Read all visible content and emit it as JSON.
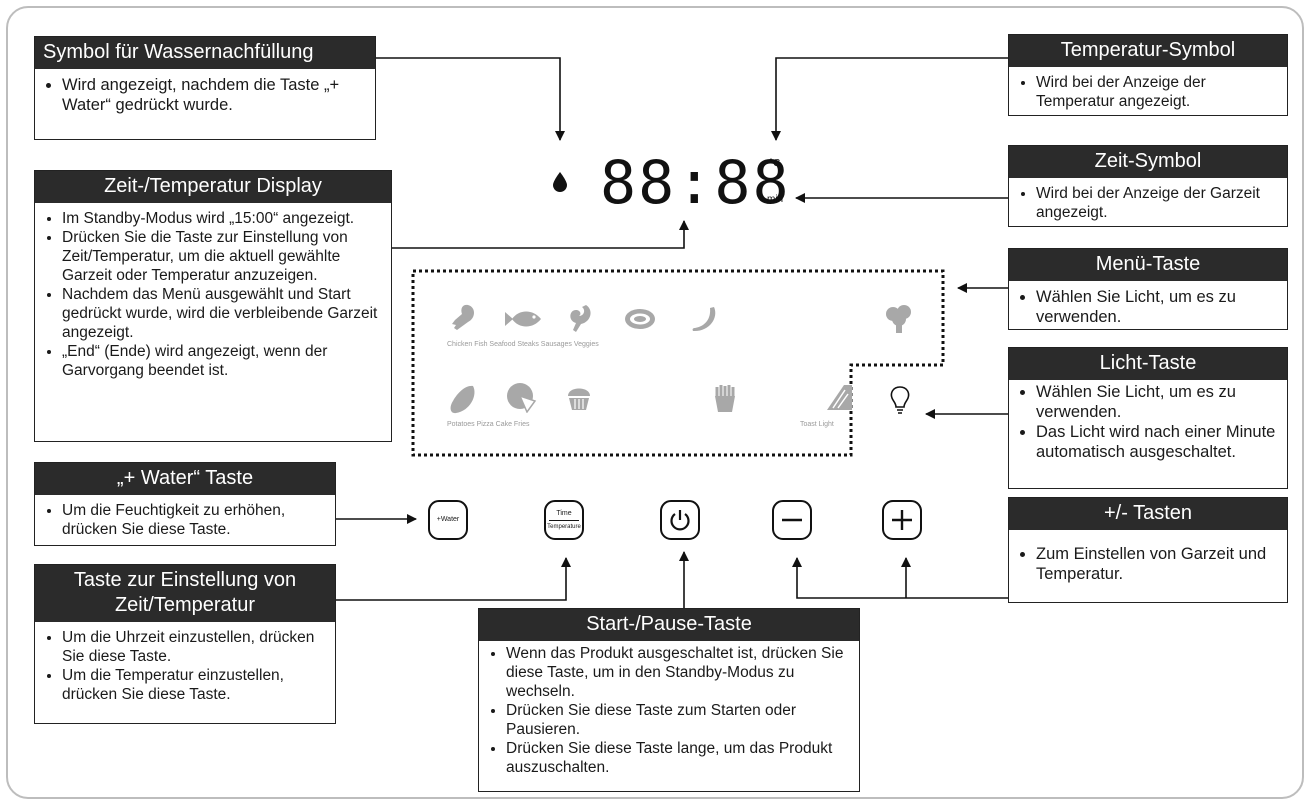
{
  "callouts": {
    "water_symbol": {
      "title": "Symbol für Wassernachfüllung",
      "lines": [
        "Wird angezeigt, nachdem die Taste „+ Water“ gedrückt wurde."
      ]
    },
    "temp_symbol": {
      "title": "Temperatur-Symbol",
      "lines": [
        "Wird bei der Anzeige der Temperatur angezeigt."
      ]
    },
    "display": {
      "title": "Zeit-/Temperatur Display",
      "lines": [
        "Im Standby-Modus wird „15:00“ angezeigt.",
        "Drücken Sie die Taste zur Einstellung von Zeit/Temperatur, um die aktuell gewählte Garzeit oder Temperatur anzuzeigen.",
        "Nachdem das Menü ausgewählt und Start gedrückt wurde, wird die verbleibende Garzeit angezeigt.",
        "„End“ (Ende) wird angezeigt, wenn der Garvorgang beendet ist."
      ]
    },
    "time_symbol": {
      "title": "Zeit-Symbol",
      "lines": [
        "Wird bei der Anzeige der Garzeit angezeigt."
      ]
    },
    "menu_button": {
      "title": "Menü-Taste",
      "lines": [
        "Wählen Sie Licht, um es zu verwenden."
      ]
    },
    "light_button": {
      "title": "Licht-Taste",
      "lines": [
        "Wählen Sie Licht, um es zu verwenden.",
        "Das Licht wird nach einer Minute automatisch ausgeschaltet."
      ]
    },
    "water_button": {
      "title": "„+ Water“ Taste",
      "lines": [
        "Um die Feuchtigkeit zu erhöhen, drücken Sie diese Taste."
      ]
    },
    "plus_minus": {
      "title": "+/- Tasten",
      "lines": [
        "Zum Einstellen von Garzeit und Temperatur."
      ]
    },
    "time_temp_button": {
      "title": "Taste zur Einstellung von Zeit/Temperatur",
      "lines": [
        "Um die Uhrzeit einzustellen, drücken Sie diese Taste.",
        "Um die Temperatur einzustellen, drücken Sie diese Taste."
      ]
    },
    "start_pause": {
      "title": "Start-/Pause-Taste",
      "lines": [
        "Wenn das Produkt ausgeschaltet ist, drücken Sie diese Taste, um in den Standby-Modus zu wechseln.",
        "Drücken Sie diese Taste zum Starten oder Pausieren.",
        "Drücken Sie diese Taste lange, um das Produkt auszuschalten."
      ]
    }
  },
  "panel": {
    "display_digits": "88:88",
    "unit_celsius": "°C",
    "unit_min": "min",
    "menu_row1_labels": "Chicken Fish Seafood Steaks Sausages Veggies",
    "menu_row2_labels": "Potatoes Pizza Cake Fries",
    "menu_row2_right_labels": "Toast Light",
    "menu_icons_row1": [
      "chicken-icon",
      "fish-icon",
      "shrimp-icon",
      "steak-icon",
      "sausage-icon",
      "broccoli-icon"
    ],
    "menu_icons_row2": [
      "potato-icon",
      "pizza-icon",
      "muffin-icon",
      "fries-icon",
      "toast-icon",
      "lightbulb-icon"
    ],
    "buttons": {
      "water_label": "+Water",
      "time_label": "Time",
      "temperature_label": "Temperature",
      "power_icon": "power-icon",
      "minus_icon": "minus-icon",
      "plus_icon": "plus-icon"
    }
  },
  "colors": {
    "header_bg": "#2b2b2b",
    "menu_icon": "#a8a8a8"
  }
}
